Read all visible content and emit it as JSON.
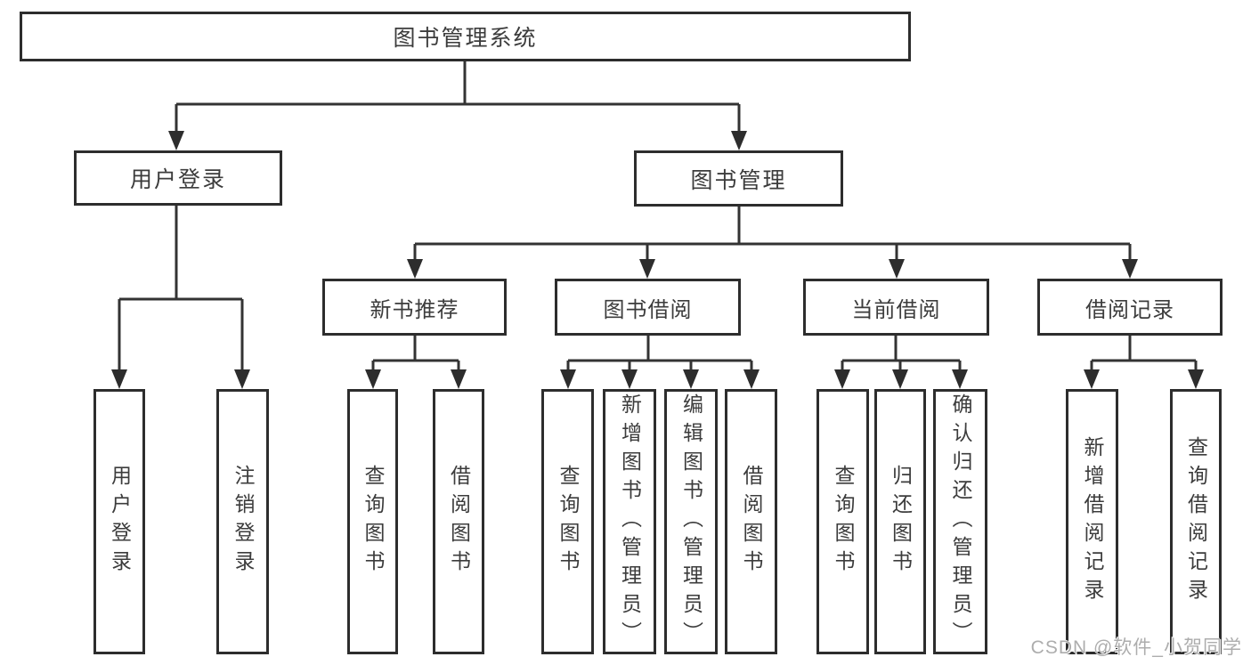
{
  "tree": {
    "root_label": "图书管理系统",
    "branches": [
      {
        "label": "用户登录",
        "children": [
          "用户登录",
          "注销登录"
        ]
      },
      {
        "label": "图书管理",
        "groups": [
          {
            "label": "新书推荐",
            "children": [
              "查询图书",
              "借阅图书"
            ]
          },
          {
            "label": "图书借阅",
            "children": [
              "查询图书",
              "新增图书（管理员）",
              "编辑图书（管理员）",
              "借阅图书"
            ]
          },
          {
            "label": "当前借阅",
            "children": [
              "查询图书",
              "归还图书",
              "确认归还（管理员）"
            ]
          },
          {
            "label": "借阅记录",
            "children": [
              "新增借阅记录",
              "查询借阅记录"
            ]
          }
        ]
      }
    ]
  },
  "watermark": {
    "text": "CSDN @软件_小贺同学"
  },
  "colors": {
    "background": "#ffffff",
    "line": "#333333",
    "node_border": "#2d2d2d",
    "text": "#3c3c3c",
    "watermark": "#adadad"
  }
}
